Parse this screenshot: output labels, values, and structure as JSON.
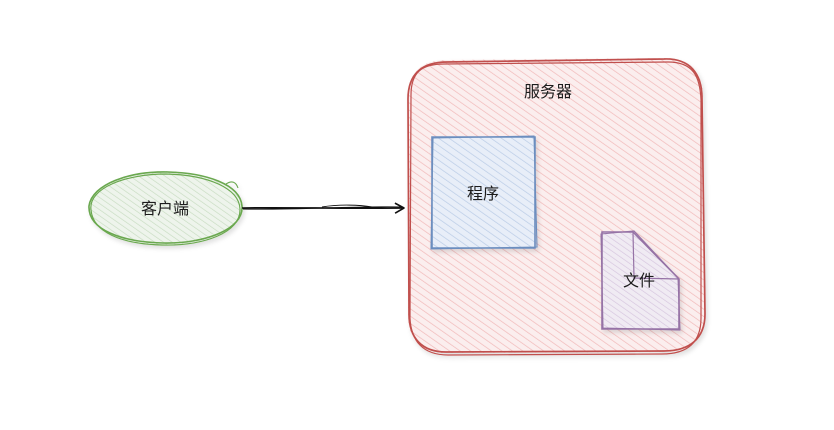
{
  "diagram": {
    "client": {
      "label": "客户端",
      "stroke": "#6aa84f",
      "fill": "#dbe8d6"
    },
    "server": {
      "label": "服务器",
      "stroke": "#c0504d",
      "fill": "#f5d6d6"
    },
    "program": {
      "label": "程序",
      "stroke": "#6c8ebf",
      "fill": "#dae4f2"
    },
    "file": {
      "label": "文件",
      "stroke": "#9673a6",
      "fill": "#e6dcec"
    },
    "edges": [
      {
        "from": "客户端",
        "to": "服务器"
      }
    ]
  }
}
